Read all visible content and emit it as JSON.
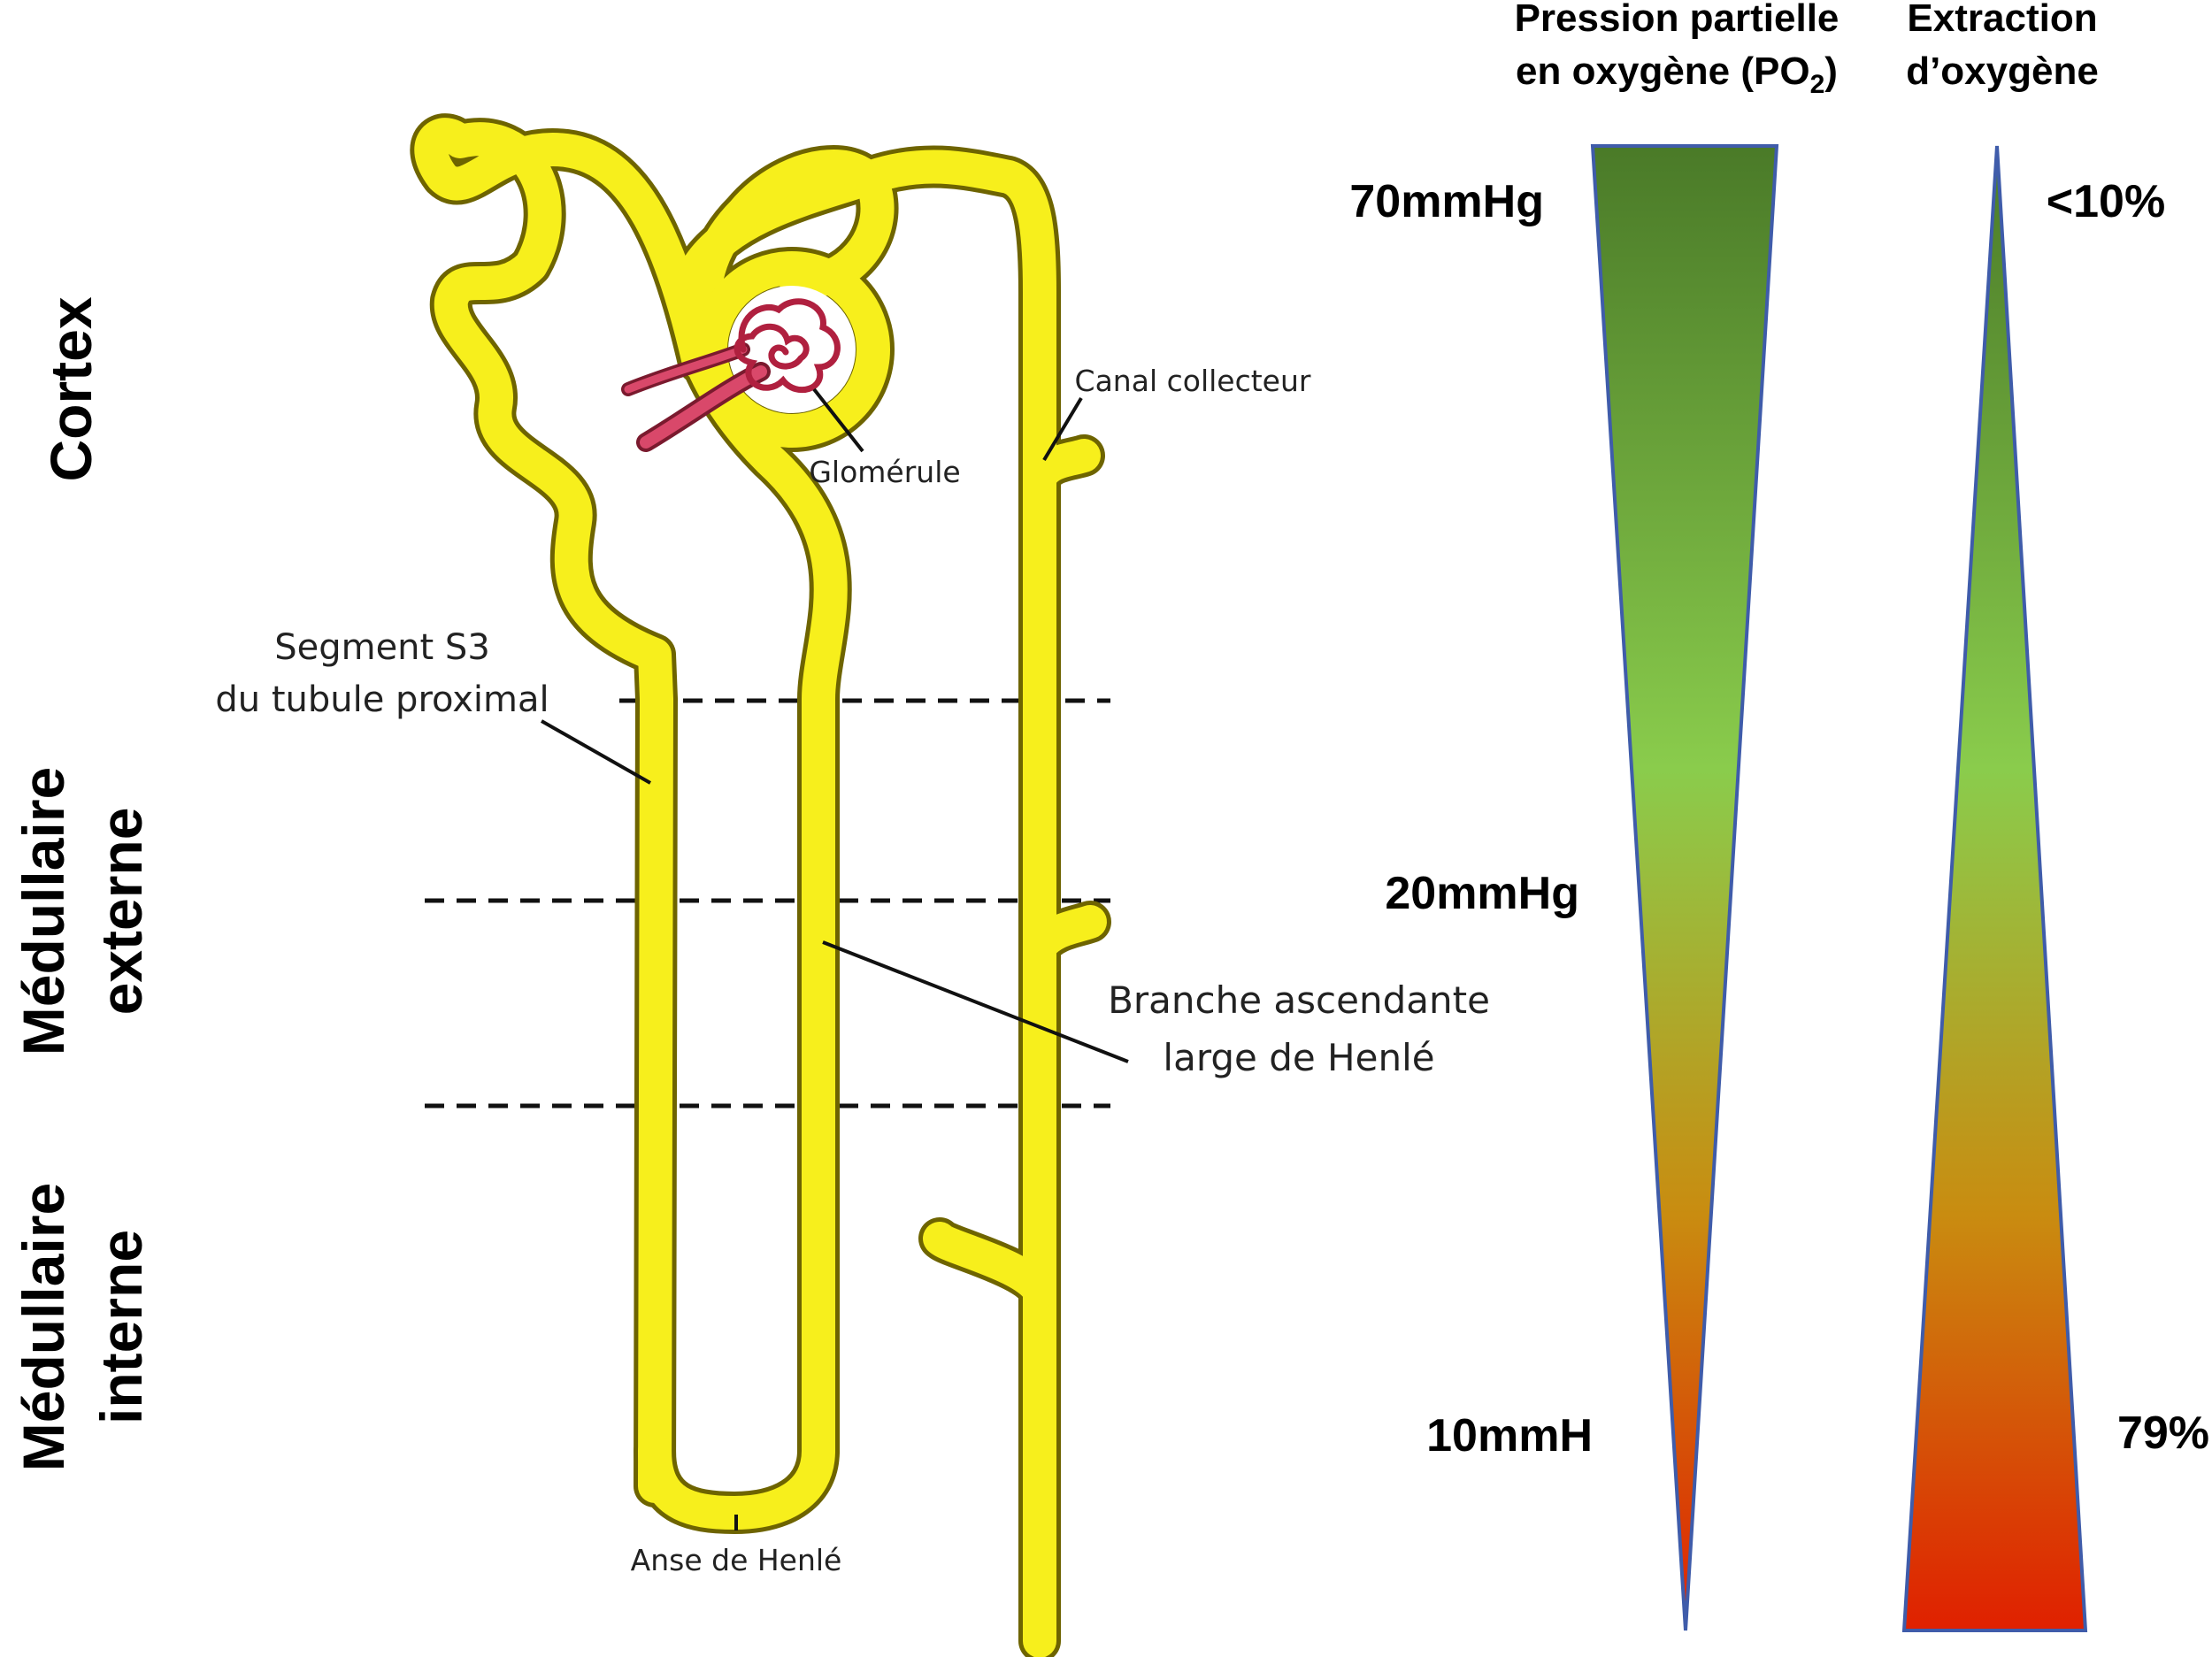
{
  "zones": {
    "cortex": "Cortex",
    "outer_medulla": [
      "Médullaire",
      "externe"
    ],
    "inner_medulla": [
      "Médullaire",
      "interne"
    ]
  },
  "labels": {
    "segment_s3": [
      "Segment S3",
      "du tubule proximal"
    ],
    "glomerule": "Glomérule",
    "collecting_duct": "Canal collecteur",
    "thick_ascending": [
      "Branche ascendante",
      "large de Henlé"
    ],
    "loop_of_henle": "Anse de Henlé"
  },
  "po2_column": {
    "title_line1": "Pression partielle",
    "title_line2_prefix": "en oxygène (PO",
    "title_line2_sub": "2",
    "title_line2_suffix": ")",
    "values": [
      "70mmHg",
      "20mmHg",
      "10mmH"
    ]
  },
  "extraction_column": {
    "title": [
      "Extraction",
      "d’oxygène"
    ],
    "values": [
      "<10%",
      "79%"
    ]
  },
  "colors": {
    "tubule": "#f7ef1c",
    "tubule_outline": "#6e6400",
    "glomerulus": "#d9486a",
    "gradient_top": "#4a7a28",
    "gradient_mid": "#8acc4c",
    "gradient_low": "#c98c10",
    "gradient_bottom": "#e02000",
    "wedge_outline": "#3f5caa"
  }
}
